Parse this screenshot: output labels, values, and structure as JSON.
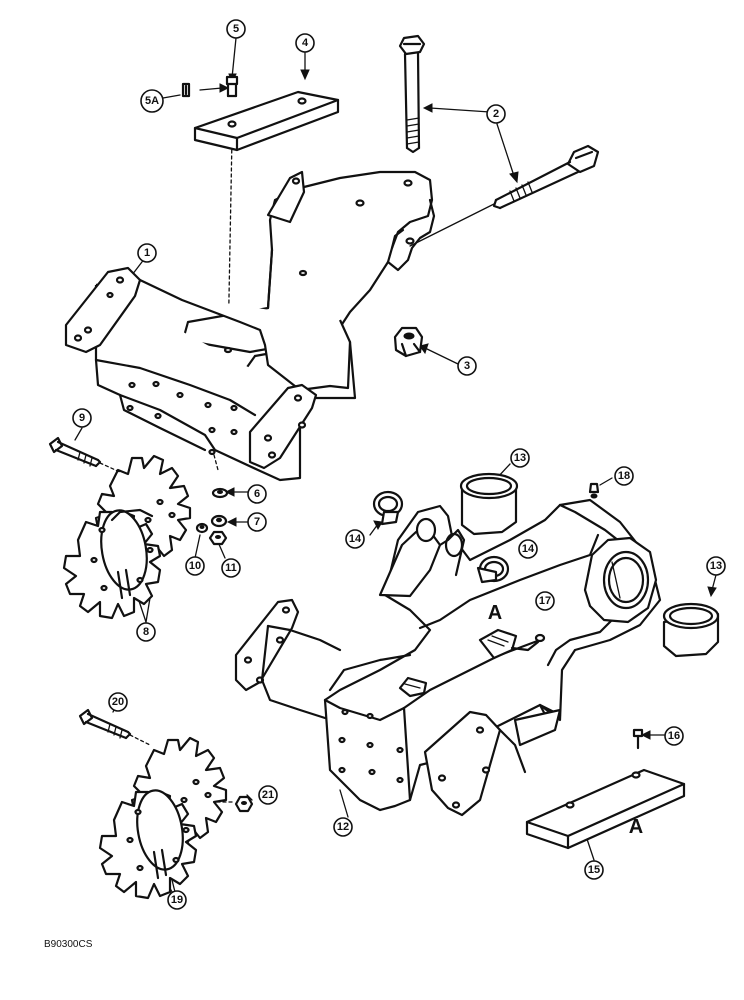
{
  "callouts": {
    "c1": "1",
    "c2": "2",
    "c3": "3",
    "c4": "4",
    "c5": "5",
    "c5a": "5A",
    "c6": "6",
    "c7": "7",
    "c8": "8",
    "c9": "9",
    "c10": "10",
    "c11": "11",
    "c12": "12",
    "c13a": "13",
    "c13b": "13",
    "c14a": "14",
    "c14b": "14",
    "c15": "15",
    "c16": "16",
    "c17": "17",
    "c18": "18",
    "c19": "19",
    "c20": "20",
    "c21": "21"
  },
  "reference_letters": {
    "upper": "A",
    "lower": "A"
  },
  "figure_id": "B90300CS"
}
